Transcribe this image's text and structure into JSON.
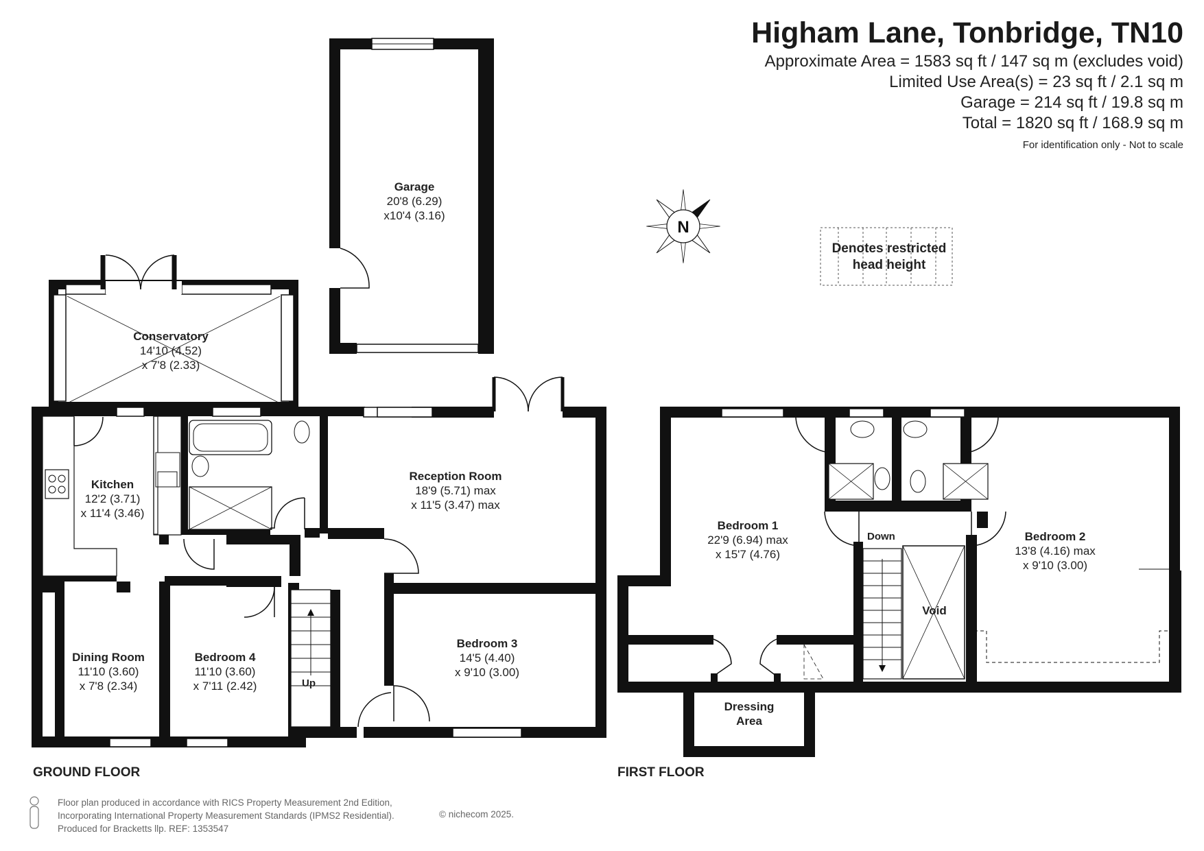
{
  "header": {
    "title": "Higham Lane, Tonbridge, TN10",
    "approx_area": "Approximate Area = 1583 sq ft / 147 sq m (excludes void)",
    "limited_use": "Limited Use Area(s) = 23 sq ft / 2.1 sq m",
    "garage_area": "Garage = 214 sq ft / 19.8 sq m",
    "total_area": "Total = 1820 sq ft / 168.9 sq m",
    "disclaimer": "For identification only - Not to scale"
  },
  "legend": {
    "line1": "Denotes restricted",
    "line2": "head height"
  },
  "compass": {
    "label": "N",
    "icon": "compass-icon"
  },
  "ground_floor": {
    "label": "GROUND FLOOR",
    "rooms": {
      "garage": {
        "name": "Garage",
        "dim1": "20'8 (6.29)",
        "dim2": "x10'4 (3.16)"
      },
      "conservatory": {
        "name": "Conservatory",
        "dim1": "14'10 (4.52)",
        "dim2": "x 7'8 (2.33)"
      },
      "kitchen": {
        "name": "Kitchen",
        "dim1": "12'2 (3.71)",
        "dim2": "x 11'4 (3.46)"
      },
      "reception": {
        "name": "Reception Room",
        "dim1": "18'9 (5.71) max",
        "dim2": "x 11'5 (3.47) max"
      },
      "dining": {
        "name": "Dining Room",
        "dim1": "11'10 (3.60)",
        "dim2": "x 7'8 (2.34)"
      },
      "bedroom4": {
        "name": "Bedroom 4",
        "dim1": "11'10 (3.60)",
        "dim2": "x 7'11 (2.42)"
      },
      "bedroom3": {
        "name": "Bedroom 3",
        "dim1": "14'5 (4.40)",
        "dim2": "x 9'10 (3.00)"
      }
    },
    "stairs_label": "Up"
  },
  "first_floor": {
    "label": "FIRST FLOOR",
    "rooms": {
      "bedroom1": {
        "name": "Bedroom 1",
        "dim1": "22'9 (6.94) max",
        "dim2": "x 15'7 (4.76)"
      },
      "bedroom2": {
        "name": "Bedroom 2",
        "dim1": "13'8 (4.16) max",
        "dim2": "x 9'10 (3.00)"
      },
      "dressing": {
        "name1": "Dressing",
        "name2": "Area"
      },
      "void": {
        "name": "Void"
      }
    },
    "stairs_label": "Down"
  },
  "footer": {
    "line1": "Floor plan produced in accordance with RICS Property Measurement 2nd Edition,",
    "line2": "Incorporating International Property Measurement Standards (IPMS2 Residential).",
    "line3": "Produced for Bracketts llp.   REF:  1353547",
    "copyright": "© nichecom 2025."
  }
}
